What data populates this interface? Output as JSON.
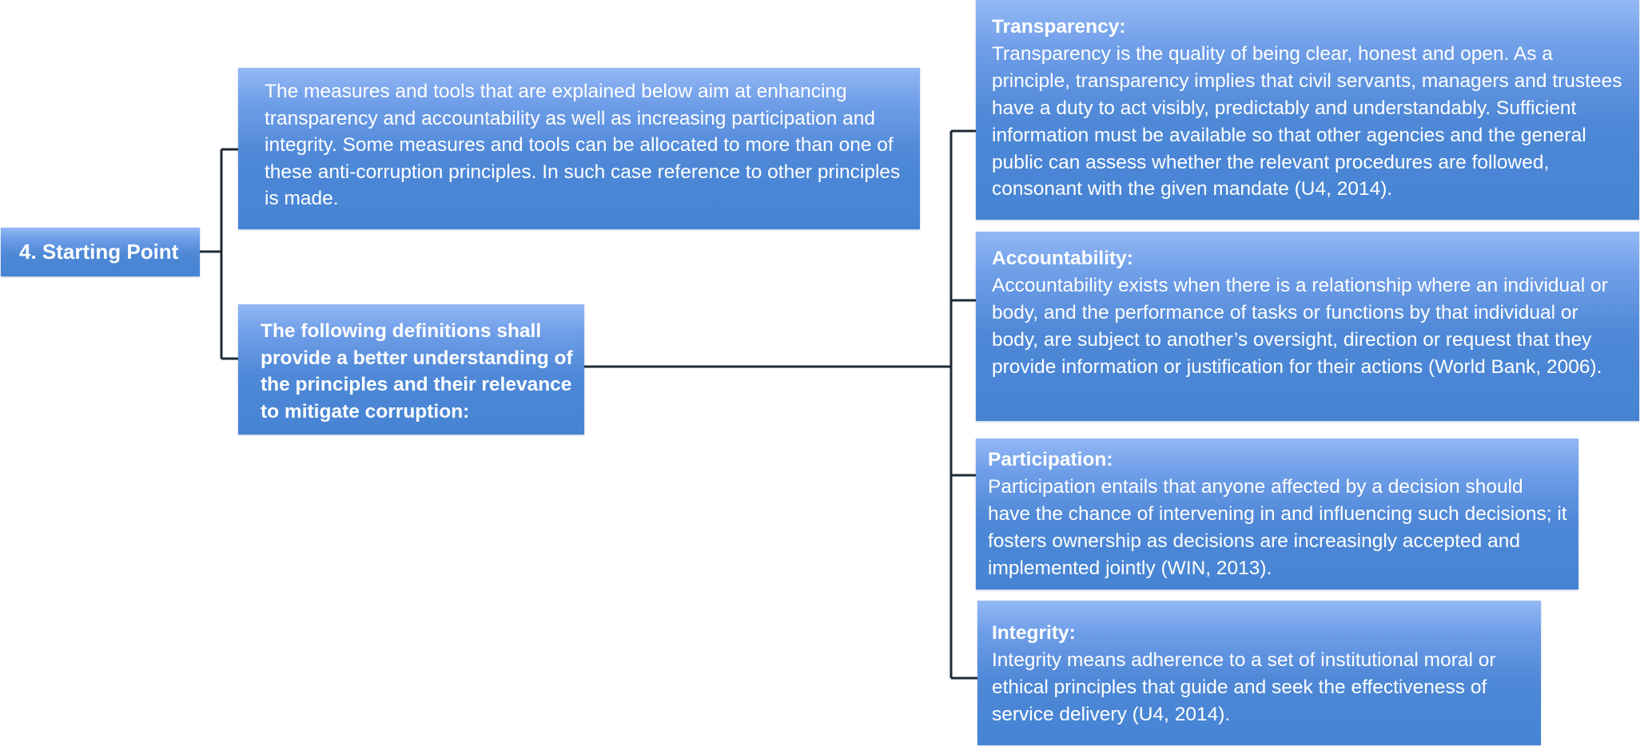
{
  "root": {
    "label": "4. Starting Point"
  },
  "intro": {
    "text": "The measures and tools that are explained below aim at enhancing transparency and accountability as well as increasing participation and integrity. Some measures and tools can be allocated to more than one of these anti-corruption principles. In such case reference to other principles is made."
  },
  "definitions_lead": {
    "text": "The following definitions shall provide a better understanding of the principles and their relevance to mitigate corruption:"
  },
  "definitions": [
    {
      "title": "Transparency:",
      "text": "Transparency is the quality of being clear, honest and open. As a principle, transparency implies that civil servants, managers and trustees have a duty to act visibly, predictably and understandably. Sufficient information must be available so that other agencies and the general public can assess whether the relevant procedures are followed, consonant with the given mandate (U4, 2014)."
    },
    {
      "title": "Accountability:",
      "text": "Accountability exists when there is a relationship where an individual or body, and the performance of tasks or functions by that individual or body, are subject to another’s oversight, direction or request that they provide information or justification for their actions (World Bank, 2006)."
    },
    {
      "title": "Participation:",
      "text": "Participation entails that anyone affected by a decision should have the chance of intervening in and influencing such decisions; it fosters ownership as decisions are increasingly accepted and implemented jointly (WIN, 2013)."
    },
    {
      "title": "Integrity:",
      "text": "Integrity means adherence to a set of institutional moral or ethical principles that guide and seek the effectiveness of service delivery (U4, 2014)."
    }
  ]
}
